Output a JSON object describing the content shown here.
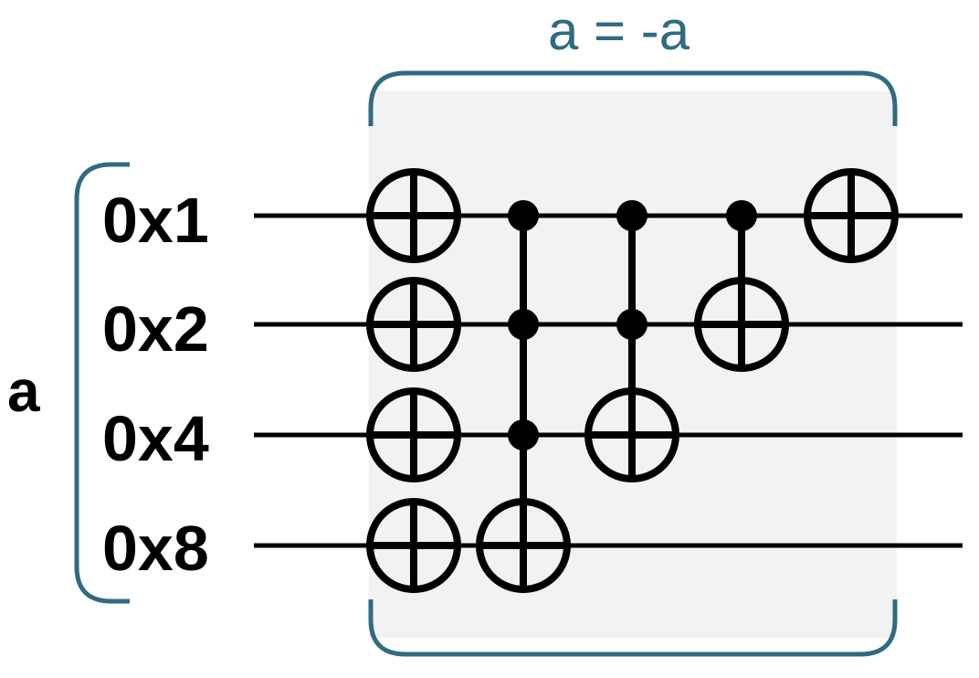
{
  "diagram": {
    "title": "a = -a",
    "register_label": "a",
    "wires": [
      {
        "label": "0x1"
      },
      {
        "label": "0x2"
      },
      {
        "label": "0x4"
      },
      {
        "label": "0x8"
      }
    ],
    "gates": [
      {
        "type": "not",
        "targets": [
          0,
          1,
          2,
          3
        ],
        "controls": []
      },
      {
        "type": "controlled-not",
        "controls": [
          0,
          1,
          2
        ],
        "target": 3
      },
      {
        "type": "controlled-not",
        "controls": [
          0,
          1
        ],
        "target": 2
      },
      {
        "type": "controlled-not",
        "controls": [
          0
        ],
        "target": 1
      },
      {
        "type": "not",
        "targets": [
          0
        ],
        "controls": []
      }
    ],
    "colors": {
      "frame": "#2f6b82",
      "box_fill": "#f2f1f4",
      "wire": "#000000"
    }
  }
}
